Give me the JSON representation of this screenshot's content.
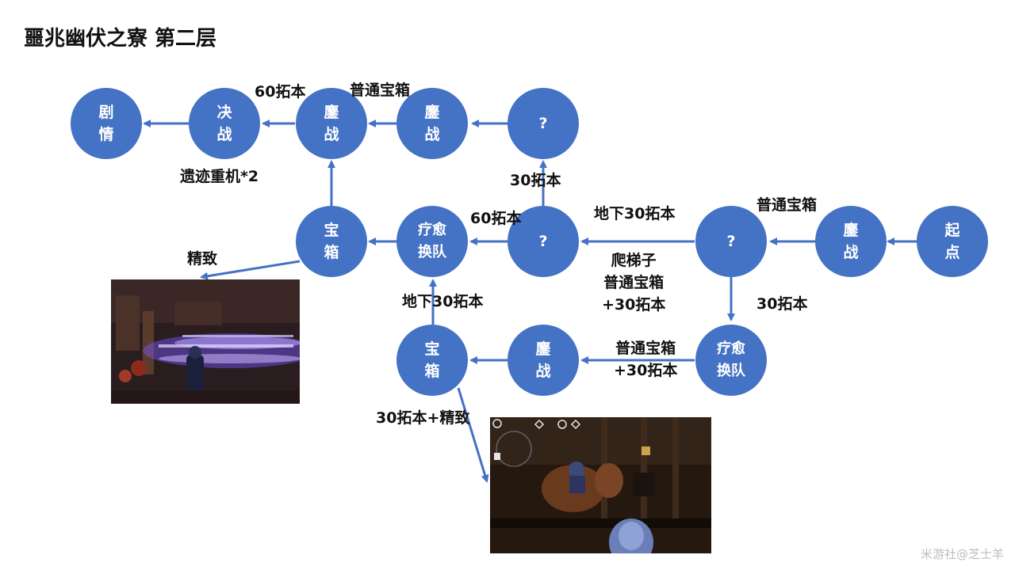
{
  "title": "噩兆幽伏之寮 第二层",
  "nodes": {
    "n_story": "剧\n情",
    "n_final": "决\n战",
    "n_battle_top1": "鏖\n战",
    "n_battle_top2": "鏖\n战",
    "n_q_top": "?",
    "n_chest_mid": "宝\n箱",
    "n_heal_mid": "疗愈\n换队",
    "n_q_mid": "?",
    "n_q_right": "?",
    "n_battle_right": "鏖\n战",
    "n_start": "起\n点",
    "n_chest_bot": "宝\n箱",
    "n_battle_bot": "鏖\n战",
    "n_heal_bot": "疗愈\n换队"
  },
  "labels": {
    "l_60_top": "60拓本",
    "l_chest_top": "普通宝箱",
    "l_relic": "遗迹重机*2",
    "l_30_vert": "30拓本",
    "l_60_mid": "60拓本",
    "l_under30_mid": "地下30拓本",
    "l_chest_right": "普通宝箱",
    "l_ladder": "爬梯子\n普通宝箱\n+30拓本",
    "l_30_right": "30拓本",
    "l_elite": "精致",
    "l_under30_bot": "地下30拓本",
    "l_chest_bot": "普通宝箱\n+30拓本",
    "l_30_elite": "30拓本+精致"
  },
  "watermark": "米游社@芝士羊",
  "colors": {
    "node": "#4472c4",
    "arrow": "#4472c4"
  }
}
